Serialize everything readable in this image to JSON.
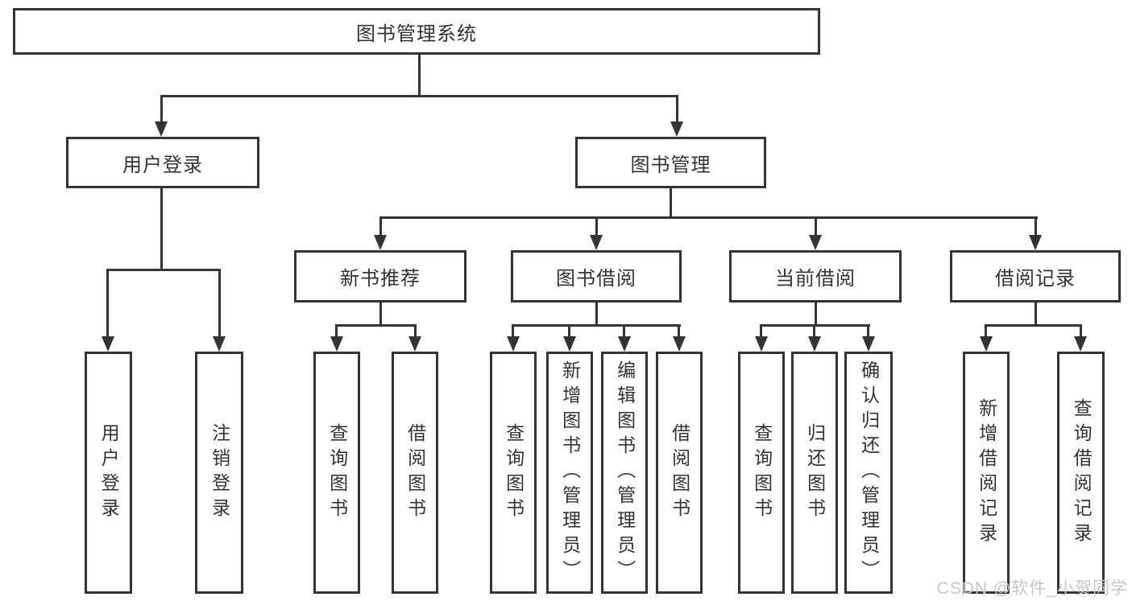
{
  "diagram": {
    "title": "图书管理系统",
    "watermark": "CSDN @软件_小贺同学",
    "colors": {
      "line": "#343434",
      "text": "#333333",
      "watermark": "#c7c7c7",
      "background": "#ffffff"
    },
    "nodes": {
      "root": "图书管理系统",
      "user_login": "用户登录",
      "book_mgmt": "图书管理",
      "new_book_rec": "新书推荐",
      "book_borrowing": "图书借阅",
      "current_borrowing": "当前借阅",
      "borrowing_records": "借阅记录",
      "ul_user_login": "用户登录",
      "ul_logout": "注销登录",
      "nr_query_books": "查询图书",
      "nr_borrow_books": "借阅图书",
      "bb_query_books": "查询图书",
      "bb_add_books_admin": "新增图书（管理员）",
      "bb_edit_books_admin": "编辑图书（管理员）",
      "bb_borrow_books": "借阅图书",
      "cb_query_books": "查询图书",
      "cb_return_books": "归还图书",
      "cb_confirm_return_admin": "确认归还（管理员）",
      "br_add_record": "新增借阅记录",
      "br_query_record": "查询借阅记录"
    }
  }
}
